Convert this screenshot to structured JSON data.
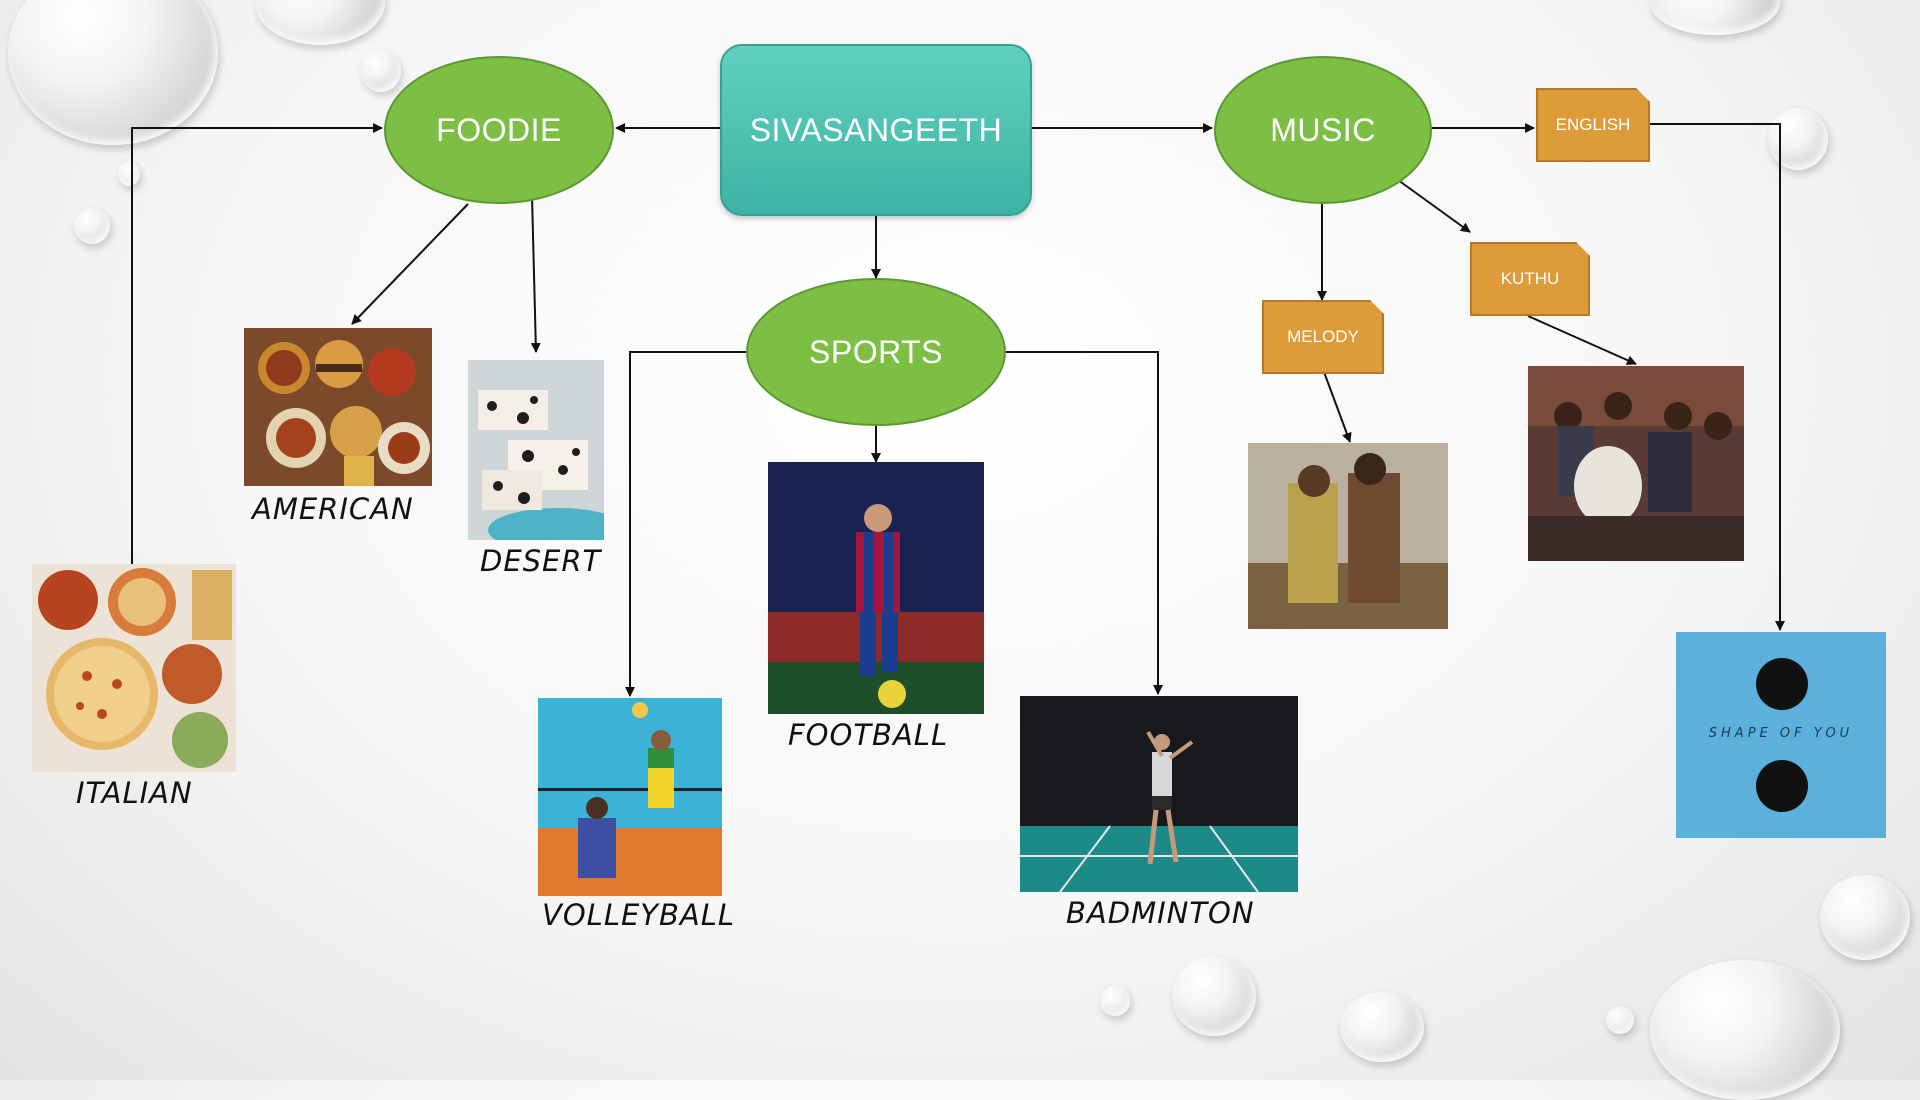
{
  "root": {
    "label": "SIVASANGEETH"
  },
  "categories": {
    "foodie": "FOODIE",
    "sports": "SPORTS",
    "music": "MUSIC"
  },
  "music_tags": {
    "english": "ENGLISH",
    "kuthu": "KUTHU",
    "melody": "MELODY"
  },
  "labels": {
    "american": "AMERICAN",
    "desert": "DESERT",
    "italian": "ITALIAN",
    "football": "FOOTBALL",
    "volleyball": "VOLLEYBALL",
    "badminton": "BADMINTON"
  },
  "album_text": "SHAPE OF YOU",
  "colors": {
    "oval": "#7dbe45",
    "root": "#45b8a8",
    "tag": "#dd9b3a"
  }
}
